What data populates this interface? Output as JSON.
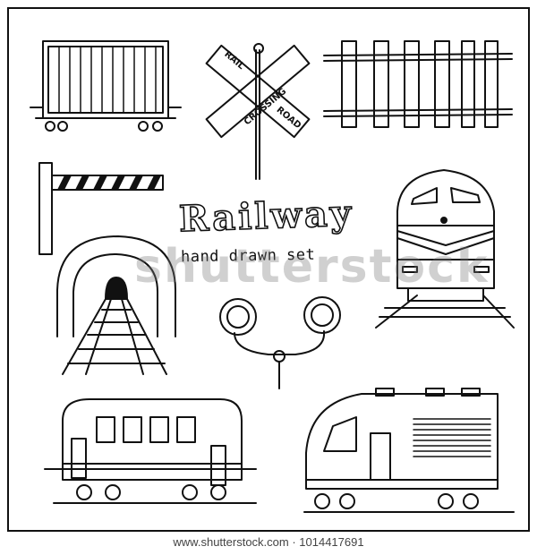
{
  "title": "Railway",
  "subtitle": "hand drawn set",
  "watermark": "shutterstock",
  "footer": "www.shutterstock.com · 1014417691",
  "sign_words": [
    "RAIL",
    "CROSSING",
    "ROAD"
  ],
  "colors": {
    "ink": "#111111",
    "paper": "#ffffff"
  },
  "illustrations": [
    "boxcar-wagon-icon",
    "railroad-crossing-sign-icon",
    "rail-track-segment-icon",
    "barrier-gate-icon",
    "diesel-locomotive-icon",
    "tunnel-with-track-icon",
    "railway-signal-icon",
    "passenger-car-icon",
    "electric-locomotive-icon"
  ]
}
